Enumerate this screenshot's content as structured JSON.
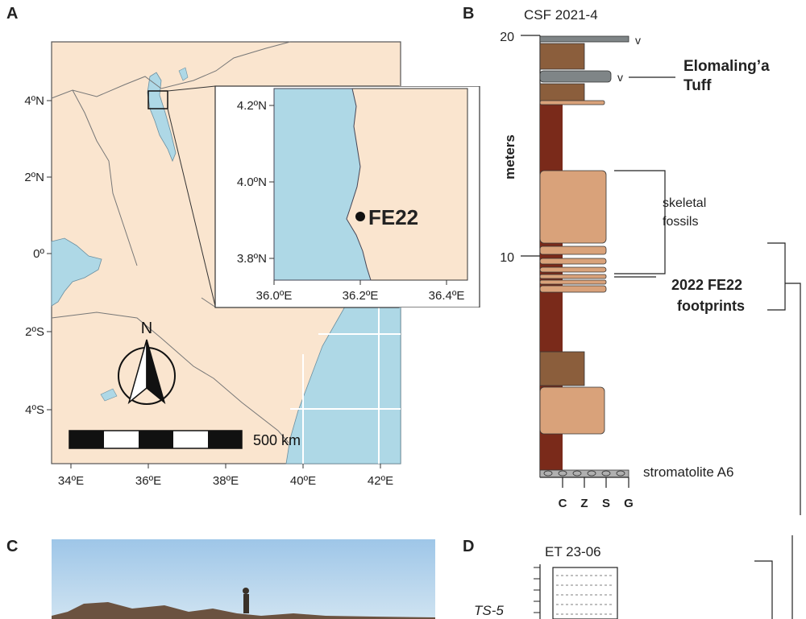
{
  "panels": {
    "a": "A",
    "b": "B",
    "c": "C",
    "d": "D"
  },
  "map": {
    "lat_labels": [
      "4ºN",
      "2ºN",
      "0º",
      "2ºS",
      "4ºS"
    ],
    "lon_labels": [
      "34ºE",
      "36ºE",
      "38ºE",
      "40ºE",
      "42ºE"
    ],
    "north": "N",
    "scale": "500 km",
    "inset": {
      "lat_labels": [
        "4.2ºN",
        "4.0ºN",
        "3.8ºN"
      ],
      "lon_labels": [
        "36.0ºE",
        "36.2ºE",
        "36.4ºE"
      ],
      "site": "FE22"
    },
    "colors": {
      "land": "#fae5cf",
      "water": "#aed8e6",
      "border": "#777777"
    }
  },
  "section_b": {
    "title": "CSF 2021-4",
    "axis_label": "meters",
    "ticks": [
      "20",
      "10"
    ],
    "volcanic_marks": [
      "v",
      "v"
    ],
    "tuff_label_1": "Elomaling’a",
    "tuff_label_2": "Tuff",
    "fossils_1": "skeletal",
    "fossils_2": "fossils",
    "footprints_1": "2022 FE22",
    "footprints_2": "footprints",
    "base_label": "stromatolite A6",
    "grain_sizes": [
      "C",
      "Z",
      "S",
      "G"
    ],
    "colors": {
      "mudstone": "#7a2a1a",
      "siltstone": "#8b5e3c",
      "sandstone": "#d9a27a",
      "tuff": "#7f8587"
    }
  },
  "section_d": {
    "title": "ET 23-06",
    "label": "TS-5"
  }
}
